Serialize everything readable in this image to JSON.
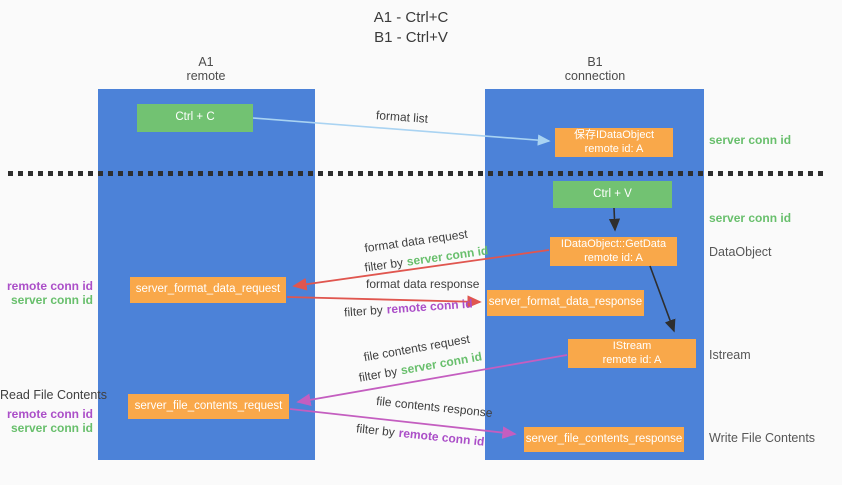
{
  "title": {
    "line1": "A1 - Ctrl+C",
    "line2": "B1 - Ctrl+V"
  },
  "lanes": {
    "left": {
      "name": "A1",
      "subtitle": "remote"
    },
    "right": {
      "name": "B1",
      "subtitle": "connection"
    }
  },
  "nodes": {
    "ctrl_c": "Ctrl + C",
    "ctrl_v": "Ctrl + V",
    "save_idataobject": {
      "line1": "保存IDataObject",
      "line2": "remote id: A"
    },
    "getdata": {
      "line1": "IDataObject::GetData",
      "line2": "remote id: A"
    },
    "istream": {
      "line1": "IStream",
      "line2": "remote id: A"
    },
    "server_format_data_request": "server_format_data_request",
    "server_format_data_response": "server_format_data_response",
    "server_file_contents_request": "server_file_contents_request",
    "server_file_contents_response": "server_file_contents_response"
  },
  "arrow_labels": {
    "format_list": "format list",
    "format_data_request": "format data request",
    "format_data_response": "format data response",
    "file_contents_request": "file contents request",
    "file_contents_response": "file contents response",
    "filter_by": "filter by",
    "server_conn_id": "server conn id",
    "remote_conn_id": "remote conn id"
  },
  "side_labels": {
    "server_conn_id": "server conn id",
    "remote_conn_id": "remote conn id",
    "dataobject": "DataObject",
    "istream": "Istream",
    "read_file_contents": "Read File Contents",
    "write_file_contents": "Write File Contents"
  },
  "colors": {
    "lane_blue": "#4c82d8",
    "box_green": "#72c272",
    "box_orange": "#f9a84a",
    "arrow_red": "#e0564f",
    "arrow_magenta": "#c45ec0",
    "arrow_lightblue": "#a9d3f2",
    "text_green": "#68bf6c",
    "text_purple": "#ab4fc8",
    "text_dark": "#3f3f3f",
    "text_gray": "#565656"
  }
}
